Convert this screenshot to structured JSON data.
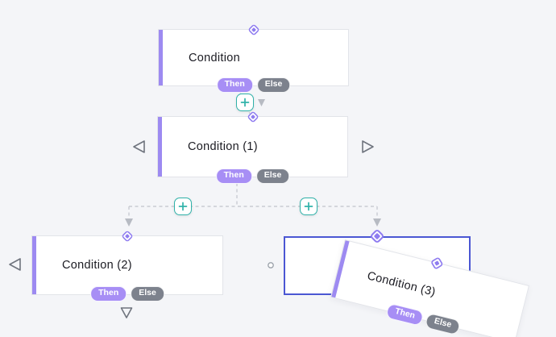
{
  "canvas": {
    "background": "#f4f5f8"
  },
  "nodes": [
    {
      "title": "Condition",
      "then_label": "Then",
      "else_label": "Else"
    },
    {
      "title": "Condition (1)",
      "then_label": "Then",
      "else_label": "Else"
    },
    {
      "title": "Condition (2)",
      "then_label": "Then",
      "else_label": "Else"
    },
    {
      "title": "Condition (3)",
      "then_label": "Then",
      "else_label": "Else"
    }
  ],
  "icons": {
    "plus": "plus-icon",
    "diamond_anchor": "diamond-handle-icon",
    "triangle_left": "triangle-left-icon",
    "triangle_right": "triangle-right-icon",
    "triangle_down": "triangle-down-icon",
    "circle_port": "circle-port-icon",
    "arrow_down": "arrow-down-icon"
  },
  "colors": {
    "accent_purple": "#9d8af1",
    "diamond_purple": "#8f7cf0",
    "badge_then_bg": "#a78ef5",
    "badge_else_bg": "#7d828d",
    "plus_teal": "#30b2aa",
    "connector_gray": "#c9ccd2",
    "arrowhead_gray": "#b7bbc3",
    "triangle_gray": "#6f747e",
    "drop_target_blue": "#4b57d3",
    "node_border": "#e2e4e9",
    "canvas_bg": "#f4f5f8"
  }
}
